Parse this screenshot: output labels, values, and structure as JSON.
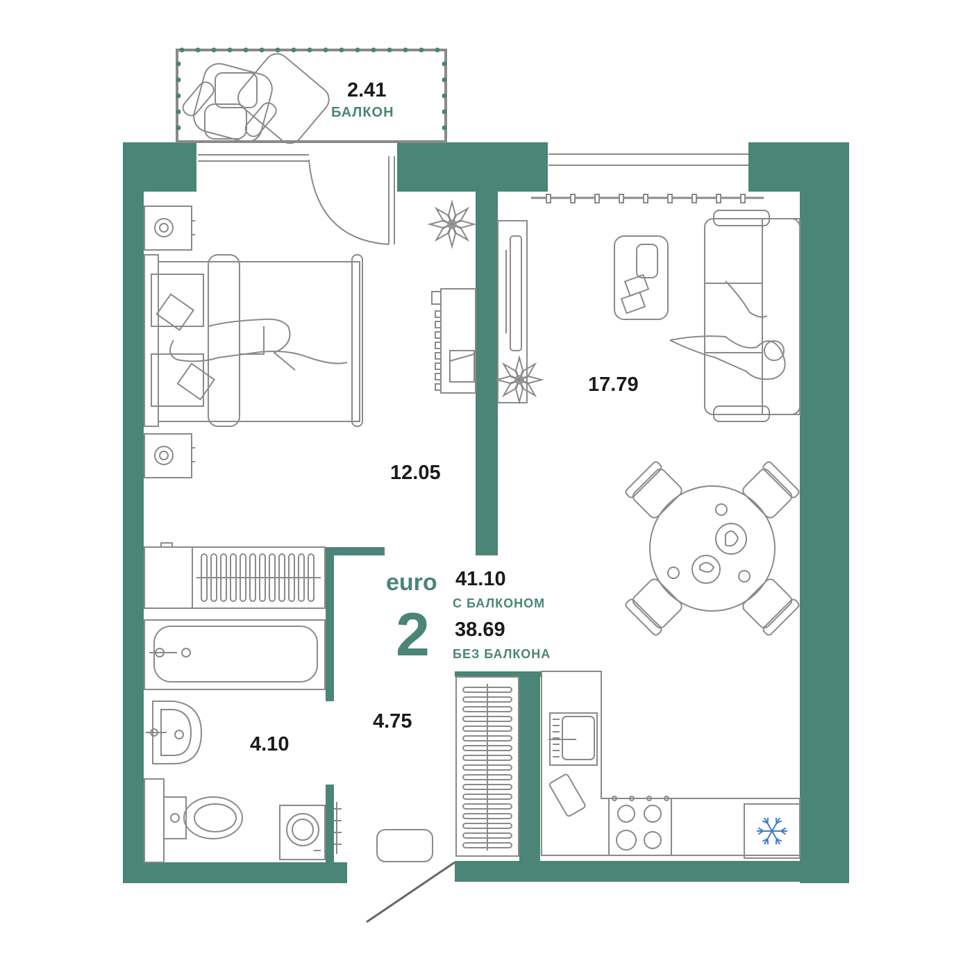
{
  "colors": {
    "wall": "#4a8577",
    "line": "#8a8a8a",
    "text": "#1a1a1a",
    "accent": "#4a8577",
    "fridge_icon": "#3e7ec0"
  },
  "apartment": {
    "type_prefix": "euro",
    "rooms_count": "2",
    "area_with_balcony": "41.10",
    "with_balcony_label": "С БАЛКОНОМ",
    "area_without_balcony": "38.69",
    "without_balcony_label": "БЕЗ БАЛКОНА"
  },
  "rooms": {
    "balcony": {
      "area": "2.41",
      "label": "БАЛКОН"
    },
    "bedroom": {
      "area": "12.05"
    },
    "living_kitchen": {
      "area": "17.79"
    },
    "bathroom": {
      "area": "4.10"
    },
    "hallway": {
      "area": "4.75"
    }
  },
  "icons": [
    "armchair-icon",
    "double-bed-icon",
    "sofa-icon",
    "dining-table-icon",
    "bathtub-icon",
    "toilet-icon",
    "washing-machine-icon",
    "sink-icon",
    "stove-icon",
    "fridge-snowflake-icon",
    "plant-icon",
    "tv-icon",
    "desk-icon",
    "radiator-icon"
  ]
}
